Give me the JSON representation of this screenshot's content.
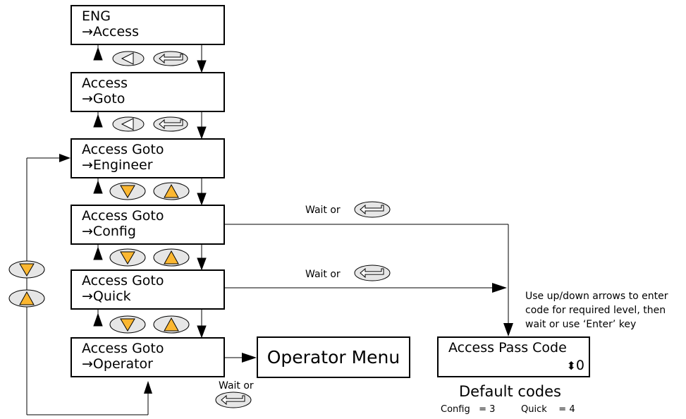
{
  "screens": [
    {
      "line1": "ENG",
      "line2": "Access"
    },
    {
      "line1": "Access",
      "line2": "Goto"
    },
    {
      "line1": "Access Goto",
      "line2": "Engineer"
    },
    {
      "line1": "Access Goto",
      "line2": "Config"
    },
    {
      "line1": "Access Goto",
      "line2": "Quick"
    },
    {
      "line1": "Access Goto",
      "line2": "Operator"
    }
  ],
  "arrow_glyph": "→",
  "operator_menu": "Operator Menu",
  "wait_or": "Wait or",
  "pass_code": {
    "title": "Access Pass Code",
    "updown_glyph": "⬍",
    "value": "0"
  },
  "instructions": [
    "Use up/down arrows to enter",
    "code for required level, then",
    "wait or use ‘Enter’ key"
  ],
  "default_codes": {
    "title": "Default codes",
    "config": "Config   = 3",
    "quick": "Quick    = 4"
  },
  "colors": {
    "arrow_fill": "#fbb731",
    "key_fill": "#e6e6e6"
  },
  "icons": {
    "scroll_key": "left-triangle-key-icon",
    "enter_key": "enter-key-icon",
    "down_key": "down-key-icon",
    "up_key": "up-key-icon"
  }
}
